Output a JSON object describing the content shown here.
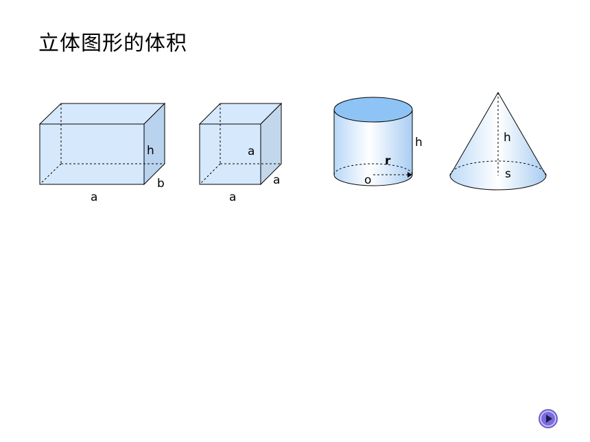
{
  "page": {
    "title": "立体图形的体积"
  },
  "shapes": {
    "cuboid": {
      "label_h": "h",
      "label_b": "b",
      "label_a": "a"
    },
    "cube": {
      "label_edge_inner": "a",
      "label_edge_side": "a",
      "label_edge_bottom": "a"
    },
    "cylinder": {
      "label_h": "h",
      "label_r": "r",
      "label_o": "o"
    },
    "cone": {
      "label_h": "h",
      "label_s": "s"
    }
  },
  "controls": {
    "play_icon": "play-icon"
  },
  "colors": {
    "solid_fill": "#cfe4fb",
    "cylinder_top": "#8ec3f5",
    "play_button": "#6a5acd"
  }
}
